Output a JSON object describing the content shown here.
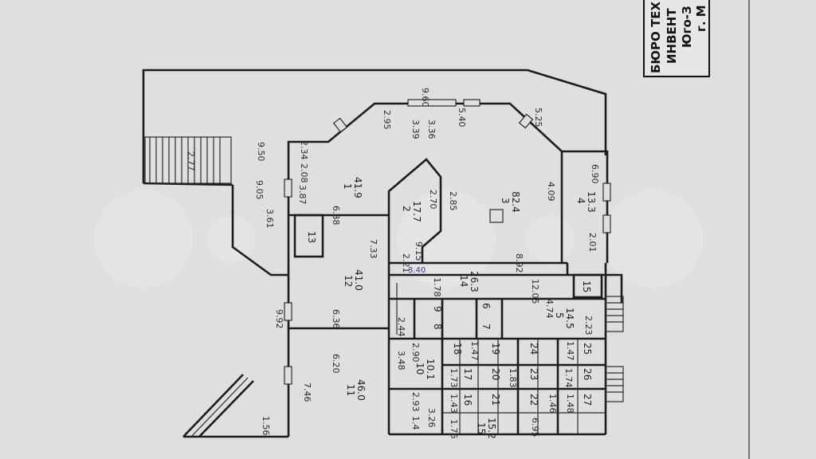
{
  "stamp": {
    "line1": "БЮРО ТЕХ",
    "line2": "ИНВЕНТ",
    "line3": "Юго-З",
    "line4": "г. М"
  },
  "rooms": [
    {
      "number": "1",
      "area": "41.9"
    },
    {
      "number": "2",
      "area": "17.7"
    },
    {
      "number": "3",
      "area": "82.4"
    },
    {
      "number": "4",
      "area": "13.3"
    },
    {
      "number": "5",
      "area": "14.5"
    },
    {
      "number": "6",
      "area": ""
    },
    {
      "number": "7",
      "area": ""
    },
    {
      "number": "8",
      "area": ""
    },
    {
      "number": "9",
      "area": ""
    },
    {
      "number": "10",
      "area": "10.1"
    },
    {
      "number": "11",
      "area": "46.0"
    },
    {
      "number": "12",
      "area": "41.0"
    },
    {
      "number": "13",
      "area": ""
    },
    {
      "number": "14",
      "area": "26.3"
    },
    {
      "number": "15",
      "area": ""
    },
    {
      "number": "15",
      "area": "15.2"
    },
    {
      "number": "16",
      "area": ""
    },
    {
      "number": "17",
      "area": ""
    },
    {
      "number": "18",
      "area": ""
    },
    {
      "number": "19",
      "area": ""
    },
    {
      "number": "20",
      "area": ""
    },
    {
      "number": "21",
      "area": ""
    },
    {
      "number": "22",
      "area": ""
    },
    {
      "number": "23",
      "area": ""
    },
    {
      "number": "24",
      "area": ""
    },
    {
      "number": "25",
      "area": ""
    },
    {
      "number": "26",
      "area": ""
    },
    {
      "number": "27",
      "area": ""
    }
  ],
  "dimensions": [
    "9.60",
    "2.95",
    "3.39",
    "3.36",
    "5.40",
    "5.25",
    "2.34",
    "9.50",
    "2.77",
    "9.05",
    "2.08",
    "3.87",
    "3.61",
    "6.38",
    "2.70",
    "2.85",
    "4.09",
    "6.90",
    "2.01",
    "7.33",
    "9.15",
    "2.21",
    "8.92",
    "12.05",
    "1.78",
    "4.74",
    "2.23",
    "6.36",
    "9.92",
    "2.44",
    "3.48",
    "2.90",
    "6.20",
    "7.46",
    "1.56",
    "2.93",
    "3.26",
    "1.4",
    "1.76",
    "1.43",
    "1.73",
    "1.47",
    "1.83",
    "1.46",
    "1.74",
    "1.48",
    "6.95",
    "1.47"
  ],
  "annotation": "3.40"
}
